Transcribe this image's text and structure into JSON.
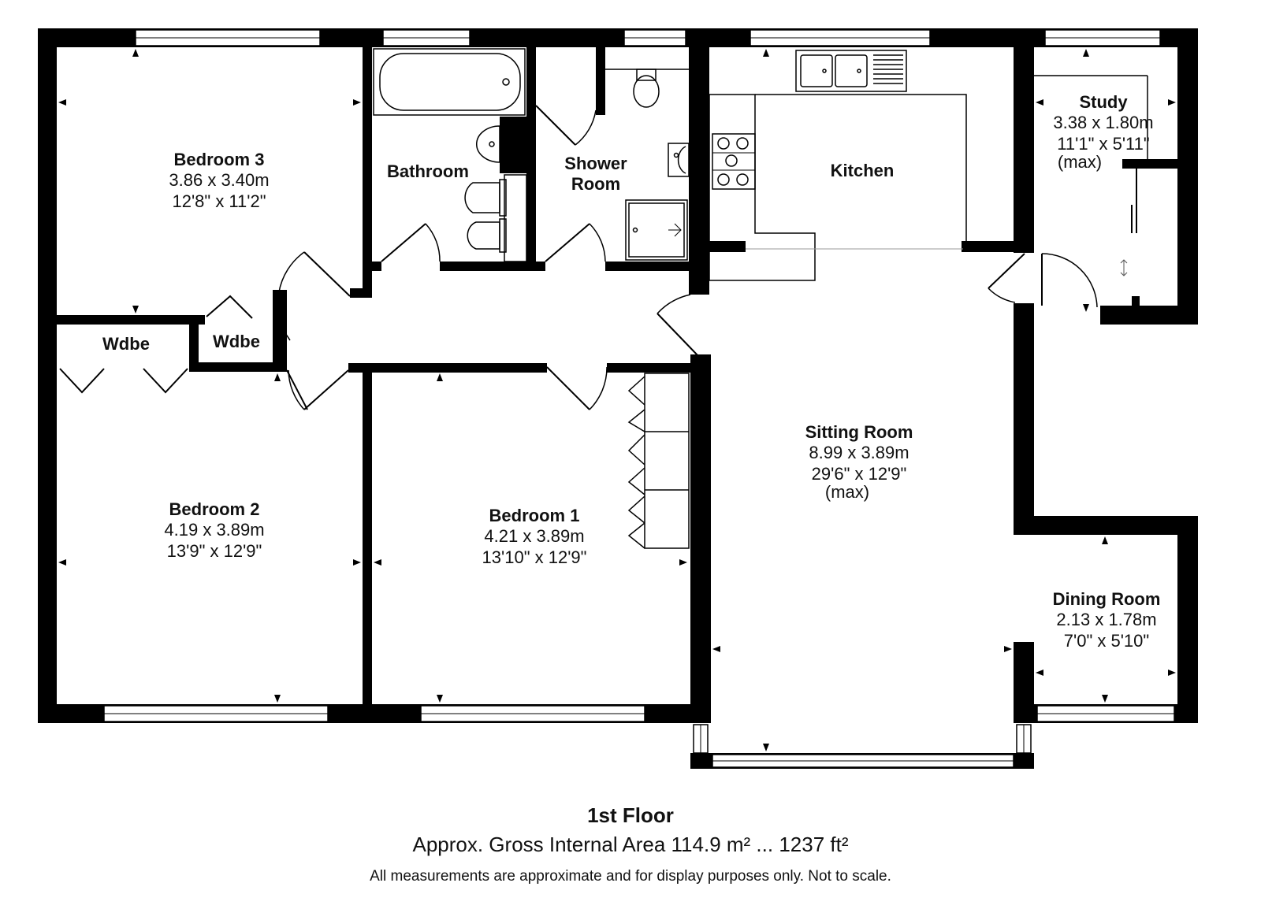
{
  "rooms": {
    "bedroom3": {
      "name": "Bedroom 3",
      "metric": "3.86 x 3.40m",
      "imperial": "12'8\" x 11'2\""
    },
    "bathroom": {
      "name": "Bathroom"
    },
    "shower": {
      "name_line1": "Shower",
      "name_line2": "Room"
    },
    "kitchen": {
      "name": "Kitchen"
    },
    "study": {
      "name": "Study",
      "metric": "3.38 x 1.80m",
      "imperial": "11'1\" x 5'11\"",
      "note": "(max)"
    },
    "wdbe1": {
      "name": "Wdbe"
    },
    "wdbe2": {
      "name": "Wdbe"
    },
    "bedroom2": {
      "name": "Bedroom 2",
      "metric": "4.19 x 3.89m",
      "imperial": "13'9\" x 12'9\""
    },
    "bedroom1": {
      "name": "Bedroom 1",
      "metric": "4.21 x 3.89m",
      "imperial": "13'10\" x 12'9\""
    },
    "sitting": {
      "name": "Sitting Room",
      "metric": "8.99 x 3.89m",
      "imperial": "29'6\" x 12'9\"",
      "note": "(max)"
    },
    "dining": {
      "name": "Dining Room",
      "metric": "2.13 x 1.78m",
      "imperial": "7'0\" x 5'10\""
    }
  },
  "footer": {
    "floor": "1st Floor",
    "area": "Approx. Gross Internal Area 114.9 m² ... 1237 ft²",
    "disclaimer": "All measurements are approximate and for display purposes only. Not to scale."
  },
  "colors": {
    "wall": "#000000",
    "background": "#ffffff",
    "fixture_stroke": "#000000"
  }
}
